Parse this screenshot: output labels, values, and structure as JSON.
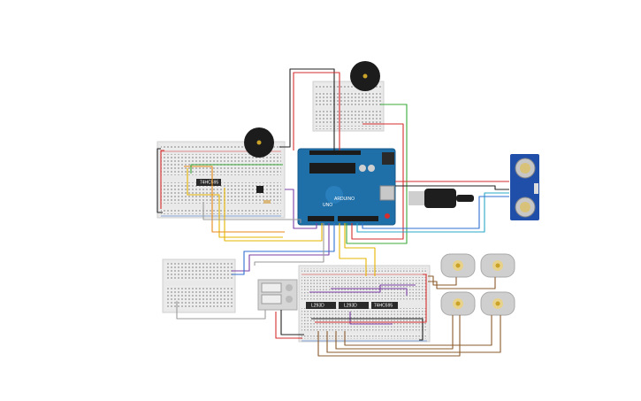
{
  "canvas": {
    "background": "#ffffff"
  },
  "components": {
    "arduino": {
      "board_label": "UNO",
      "brand_label": "ARDUINO",
      "color": "#1f6fa8"
    },
    "chips": [
      {
        "label": "74HC595"
      },
      {
        "label": "L293D"
      },
      {
        "label": "L293D"
      },
      {
        "label": "74HC595"
      }
    ],
    "ultrasonic": {
      "type": "HC-SR04"
    },
    "buzzers": 2,
    "motors": 4
  },
  "wire_colors": {
    "red": "#d62d2d",
    "black": "#222222",
    "green": "#3aa83a",
    "yellow": "#e6b400",
    "orange": "#e88a1a",
    "purple": "#7b3fa6",
    "blue": "#2f6fd0",
    "cyan": "#2aa7c9",
    "brown": "#8a5a2b",
    "gray": "#9a9a9a",
    "white": "#d8d8d8"
  }
}
